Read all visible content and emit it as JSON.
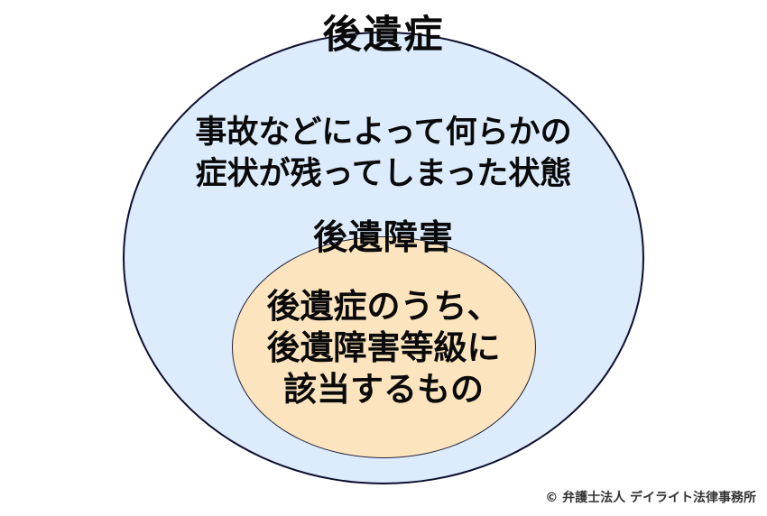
{
  "diagram": {
    "outer": {
      "title": "後遺症",
      "description_lines": [
        "事故などによって何らかの",
        "症状が残ってしまった状態"
      ],
      "fill_color": "#DCECFC",
      "border_color": "#0D0F2E"
    },
    "inner": {
      "title": "後遺障害",
      "description_lines": [
        "後遺症のうち、",
        "後遺障害等級に",
        "該当するもの"
      ],
      "fill_color": "#FCE4BF",
      "border_color": "#22243A"
    },
    "copyright": "© 弁護士法人 デイライト法律事務所"
  }
}
